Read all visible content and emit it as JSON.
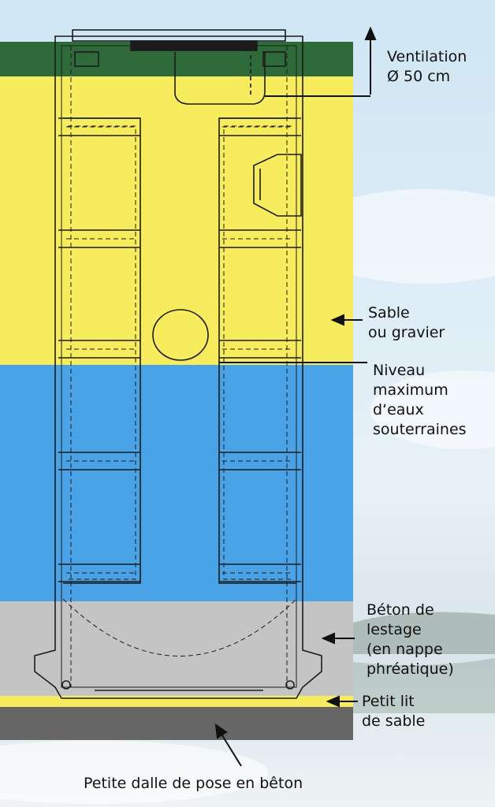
{
  "labels": {
    "ventilation_line1": "Ventilation",
    "ventilation_line2": "Ø 50 cm",
    "sable_line1": "Sable",
    "sable_line2": "ou gravier",
    "niveau_line1": "Niveau",
    "niveau_line2": "maximum",
    "niveau_line3": "d‘eaux",
    "niveau_line4": "souterraines",
    "beton_line1": "Béton de",
    "beton_line2": "lestage",
    "beton_line3": "(en nappe",
    "beton_line4": "phréatique)",
    "lit_line1": "Petit lit",
    "lit_line2": "de sable",
    "dalle": "Petite dalle de pose en bêton"
  },
  "colors": {
    "topsoil": "#2f6b3a",
    "sand": "#f7ec5e",
    "groundwater": "#4aa3e6",
    "concrete": "#c4c4c4",
    "slab": "#666666",
    "outline": "#1c1c1c"
  }
}
